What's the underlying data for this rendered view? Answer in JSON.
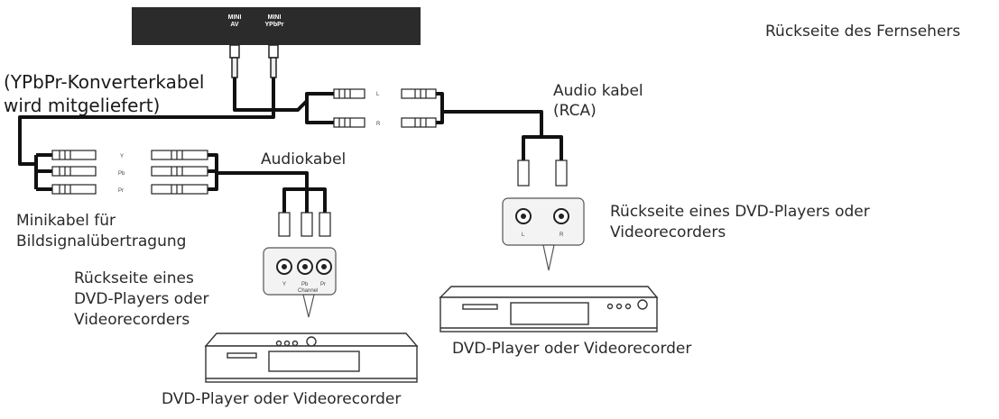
{
  "tv": {
    "ports": [
      {
        "line1": "MINI",
        "line2": "AV"
      },
      {
        "line1": "MINI",
        "line2": "YPbPr"
      }
    ],
    "caption": "Rückseite des Fernsehers"
  },
  "labels": {
    "converter_cable": "(YPbPr-Konverterkabel\nwird mitgeliefert)",
    "audio_cable_rca": "Audio kabel\n(RCA)",
    "audio_cable": "Audiokabel",
    "mini_cable": "Minikabel für\nBildsignalübertragung",
    "rear_dvd_left": "Rückseite eines\nDVD-Players oder\nVideorecorders",
    "rear_dvd_right": "Rückseite eines DVD-Players oder\nVideorecorders",
    "player_right": "DVD-Player oder Videorecorder",
    "player_left": "DVD-Player oder Videorecorder"
  },
  "connectors": {
    "audio_lr": [
      "L",
      "R"
    ],
    "ypbpr": [
      "Y",
      "Pb",
      "Pr"
    ],
    "panel_left": [
      "Y",
      "Pb",
      "Pr"
    ],
    "panel_left_caption": "Channel",
    "panel_right": [
      "L",
      "R"
    ]
  }
}
